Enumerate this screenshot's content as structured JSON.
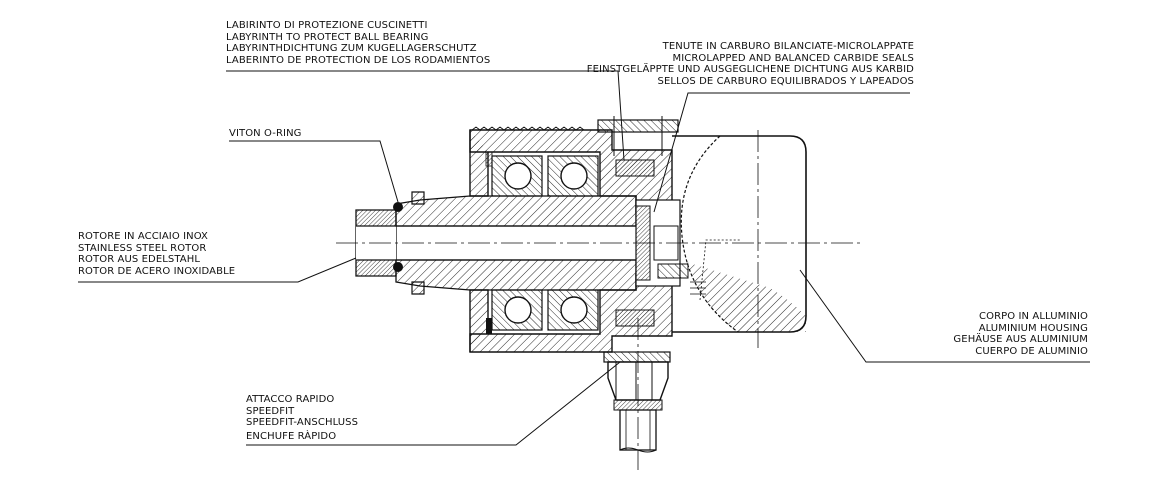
{
  "callouts": {
    "labyrinth": {
      "lines": [
        "LABIRINTO DI PROTEZIONE CUSCINETTI",
        "LABYRINTH TO PROTECT BALL BEARING",
        "LABYRINTHDICHTUNG ZUM KUGELLAGERSCHUTZ",
        "LABERINTO DE PROTECTION DE LOS RODAMIENTOS"
      ]
    },
    "seals": {
      "lines": [
        "TENUTE IN CARBURO BILANCIATE-MICROLAPPATE",
        "MICROLAPPED AND BALANCED CARBIDE SEALS",
        "FEINSTGELÄPPTE UND AUSGEGLICHENE DICHTUNG AUS KARBID",
        "SELLOS DE CARBURO EQUILIBRADOS Y LAPEADOS"
      ]
    },
    "oring": {
      "lines": [
        "VITON O-RING"
      ]
    },
    "rotor": {
      "lines": [
        "ROTORE IN ACCIAIO INOX",
        "STAINLESS STEEL ROTOR",
        "ROTOR AUS EDELSTAHL",
        "ROTOR DE ACERO INOXIDABLE"
      ]
    },
    "housing": {
      "lines": [
        "CORPO IN ALLUMINIO",
        "ALUMINIUM HOUSING",
        "GEHÄUSE AUS ALUMINIUM",
        "CUERPO DE ALUMINIO"
      ]
    },
    "speedfit": {
      "lines": [
        "ATTACCO RAPIDO",
        "SPEEDFIT",
        "SPEEDFIT-ANSCHLUSS",
        "ENCHUFE RÀPIDO"
      ]
    }
  },
  "colors": {
    "ink": "#111111",
    "background": "#ffffff"
  }
}
